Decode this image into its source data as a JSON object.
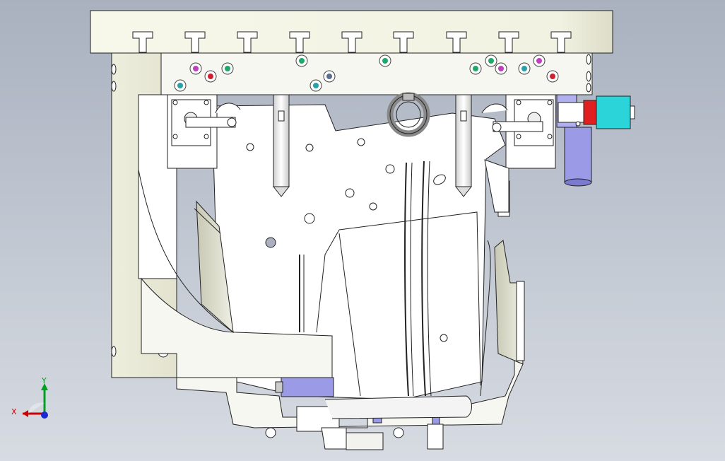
{
  "viewport": {
    "background_top": "#a9b1bf",
    "background_bottom": "#d7dbe2"
  },
  "model": {
    "name_icon": "cad-assembly-side-view",
    "colors": {
      "plate": "#f2f2e6",
      "plate_shadow": "#d8d8c6",
      "body": "#ffffff",
      "outline": "#1a1a1a",
      "purple_part": "#9a9ae6",
      "cyan_part": "#2ad4d8",
      "red_part": "#e02020",
      "screw_green": "#1fa86a",
      "screw_magenta": "#c040c0",
      "screw_red": "#d02030",
      "screw_teal": "#2aa0a8"
    }
  },
  "triad": {
    "x_label": "X",
    "y_label": "Y",
    "x_color": "#cc0000",
    "y_color": "#00a020",
    "z_color": "#1a2ad0"
  }
}
